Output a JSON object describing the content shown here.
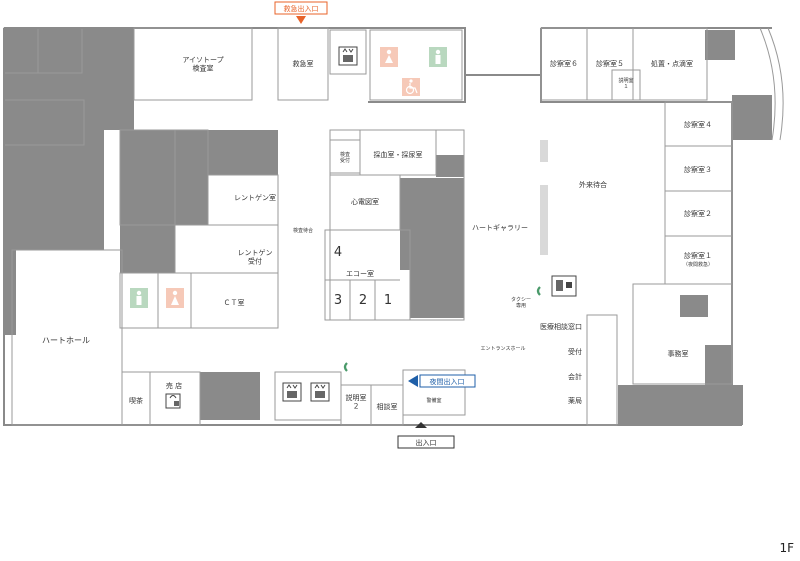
{
  "floor": "1F",
  "entrances": {
    "emergency": "救急出入口",
    "night": "夜間出入口",
    "main": "出入口"
  },
  "rooms": {
    "isotope": "アイソトープ\n検査室",
    "emergency_room": "救急室",
    "exam6": "診察室６",
    "exam5": "診察室５",
    "explain1": "説明室\n１",
    "treatment": "処置・点滴室",
    "exam4": "診察室４",
    "exam3": "診察室３",
    "exam2": "診察室２",
    "exam1": "診察室１",
    "exam1_note": "（夜間救急）",
    "exam_reception": "検査\n受付",
    "blood_urine": "採血室・採尿室",
    "ecg": "心電図室",
    "xray_room": "レントゲン室",
    "xray_reception": "レントゲン\n受付",
    "exam_waiting": "検査待合",
    "heart_gallery": "ハートギャラリー",
    "outpatient_waiting": "外来待合",
    "echo": "エコー室",
    "echo_nums": [
      "4",
      "3",
      "2",
      "1"
    ],
    "ct": "ＣＴ室",
    "heart_hall": "ハートホール",
    "cafe": "喫茶",
    "shop": "売 店",
    "taxi": "タクシー\n専用",
    "consultation_window": "医療相談窓口",
    "entrance_hall": "エントランスホール",
    "reception": "受付",
    "cashier": "会計",
    "pharmacy": "薬局",
    "office": "事務室",
    "explain2": "説明室\n２",
    "consult": "相談室",
    "guard": "警備室"
  },
  "colors": {
    "emergency_marker": "#e8632a",
    "night_marker": "#1f5fa8",
    "main_marker": "#333333",
    "wall": "#8a8a8a",
    "room_dark": "#8a8a8a",
    "room_light": "#d9d9d9",
    "women_bg": "#f6c9b8",
    "men_bg": "#b9d8bf",
    "accessible_bg": "#f6c9b8"
  },
  "icons": {
    "toilet_women": "toilet-women-icon",
    "toilet_men": "toilet-men-icon",
    "toilet_accessible": "wheelchair-icon",
    "elevator": "elevator-icon",
    "phone": "phone-icon",
    "atm": "atm-icon",
    "shop": "shopping-bag-icon"
  }
}
